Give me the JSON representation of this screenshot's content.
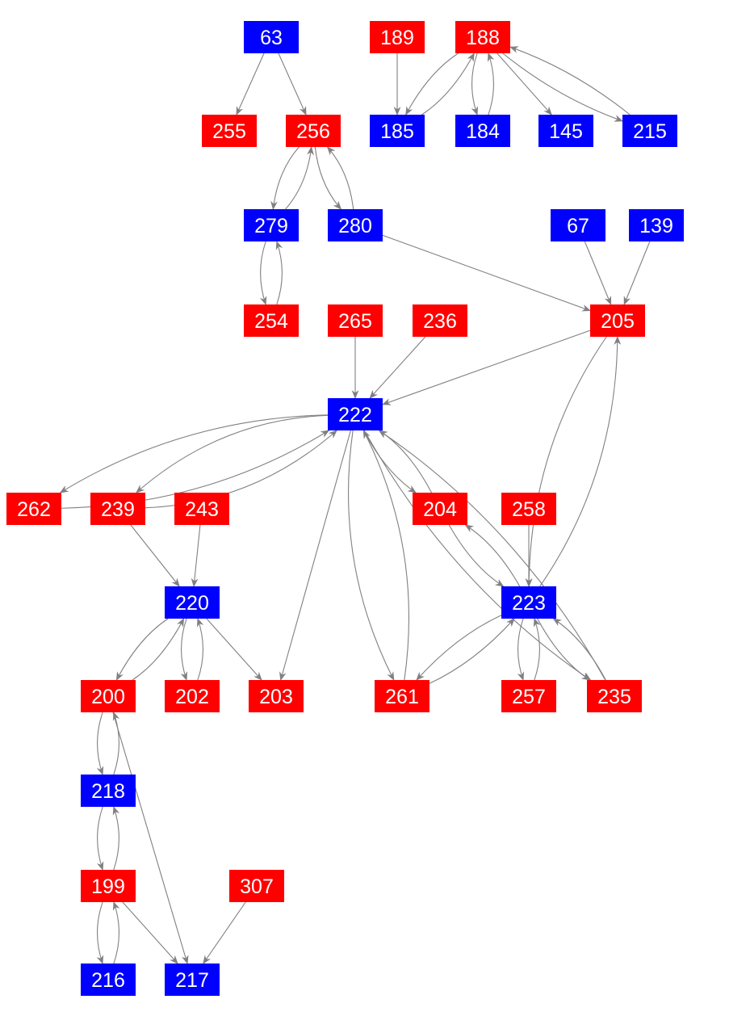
{
  "colors": {
    "red": "#ff0000",
    "blue": "#0000ff",
    "edge": "#808080",
    "label": "#ffffff"
  },
  "nodes": [
    {
      "id": "63",
      "color": "blue"
    },
    {
      "id": "189",
      "color": "red"
    },
    {
      "id": "188",
      "color": "red"
    },
    {
      "id": "255",
      "color": "red"
    },
    {
      "id": "256",
      "color": "red"
    },
    {
      "id": "185",
      "color": "blue"
    },
    {
      "id": "184",
      "color": "blue"
    },
    {
      "id": "145",
      "color": "blue"
    },
    {
      "id": "215",
      "color": "blue"
    },
    {
      "id": "279",
      "color": "blue"
    },
    {
      "id": "280",
      "color": "blue"
    },
    {
      "id": "67",
      "color": "blue"
    },
    {
      "id": "139",
      "color": "blue"
    },
    {
      "id": "254",
      "color": "red"
    },
    {
      "id": "265",
      "color": "red"
    },
    {
      "id": "236",
      "color": "red"
    },
    {
      "id": "205",
      "color": "red"
    },
    {
      "id": "222",
      "color": "blue"
    },
    {
      "id": "262",
      "color": "red"
    },
    {
      "id": "239",
      "color": "red"
    },
    {
      "id": "243",
      "color": "red"
    },
    {
      "id": "204",
      "color": "red"
    },
    {
      "id": "258",
      "color": "red"
    },
    {
      "id": "220",
      "color": "blue"
    },
    {
      "id": "223",
      "color": "blue"
    },
    {
      "id": "200",
      "color": "red"
    },
    {
      "id": "202",
      "color": "red"
    },
    {
      "id": "203",
      "color": "red"
    },
    {
      "id": "261",
      "color": "red"
    },
    {
      "id": "257",
      "color": "red"
    },
    {
      "id": "235",
      "color": "red"
    },
    {
      "id": "218",
      "color": "blue"
    },
    {
      "id": "199",
      "color": "red"
    },
    {
      "id": "307",
      "color": "red"
    },
    {
      "id": "216",
      "color": "blue"
    },
    {
      "id": "217",
      "color": "blue"
    }
  ],
  "edges": [
    [
      "63",
      "255"
    ],
    [
      "63",
      "256"
    ],
    [
      "189",
      "185"
    ],
    [
      "188",
      "185"
    ],
    [
      "185",
      "188"
    ],
    [
      "188",
      "184"
    ],
    [
      "184",
      "188"
    ],
    [
      "188",
      "145"
    ],
    [
      "188",
      "215"
    ],
    [
      "215",
      "188"
    ],
    [
      "256",
      "279"
    ],
    [
      "279",
      "256"
    ],
    [
      "256",
      "280"
    ],
    [
      "280",
      "256"
    ],
    [
      "279",
      "254"
    ],
    [
      "254",
      "279"
    ],
    [
      "280",
      "205"
    ],
    [
      "67",
      "205"
    ],
    [
      "139",
      "205"
    ],
    [
      "265",
      "222"
    ],
    [
      "236",
      "222"
    ],
    [
      "205",
      "222"
    ],
    [
      "205",
      "223"
    ],
    [
      "223",
      "205"
    ],
    [
      "222",
      "262"
    ],
    [
      "262",
      "222"
    ],
    [
      "222",
      "239"
    ],
    [
      "239",
      "222"
    ],
    [
      "222",
      "204"
    ],
    [
      "204",
      "222"
    ],
    [
      "222",
      "203"
    ],
    [
      "222",
      "261"
    ],
    [
      "261",
      "222"
    ],
    [
      "222",
      "235"
    ],
    [
      "235",
      "222"
    ],
    [
      "239",
      "220"
    ],
    [
      "243",
      "220"
    ],
    [
      "204",
      "223"
    ],
    [
      "223",
      "204"
    ],
    [
      "258",
      "223"
    ],
    [
      "223",
      "261"
    ],
    [
      "261",
      "223"
    ],
    [
      "223",
      "257"
    ],
    [
      "257",
      "223"
    ],
    [
      "223",
      "235"
    ],
    [
      "235",
      "223"
    ],
    [
      "220",
      "200"
    ],
    [
      "200",
      "220"
    ],
    [
      "220",
      "202"
    ],
    [
      "202",
      "220"
    ],
    [
      "220",
      "203"
    ],
    [
      "200",
      "218"
    ],
    [
      "218",
      "200"
    ],
    [
      "200",
      "217"
    ],
    [
      "218",
      "199"
    ],
    [
      "199",
      "218"
    ],
    [
      "199",
      "216"
    ],
    [
      "216",
      "199"
    ],
    [
      "199",
      "217"
    ],
    [
      "307",
      "217"
    ]
  ]
}
